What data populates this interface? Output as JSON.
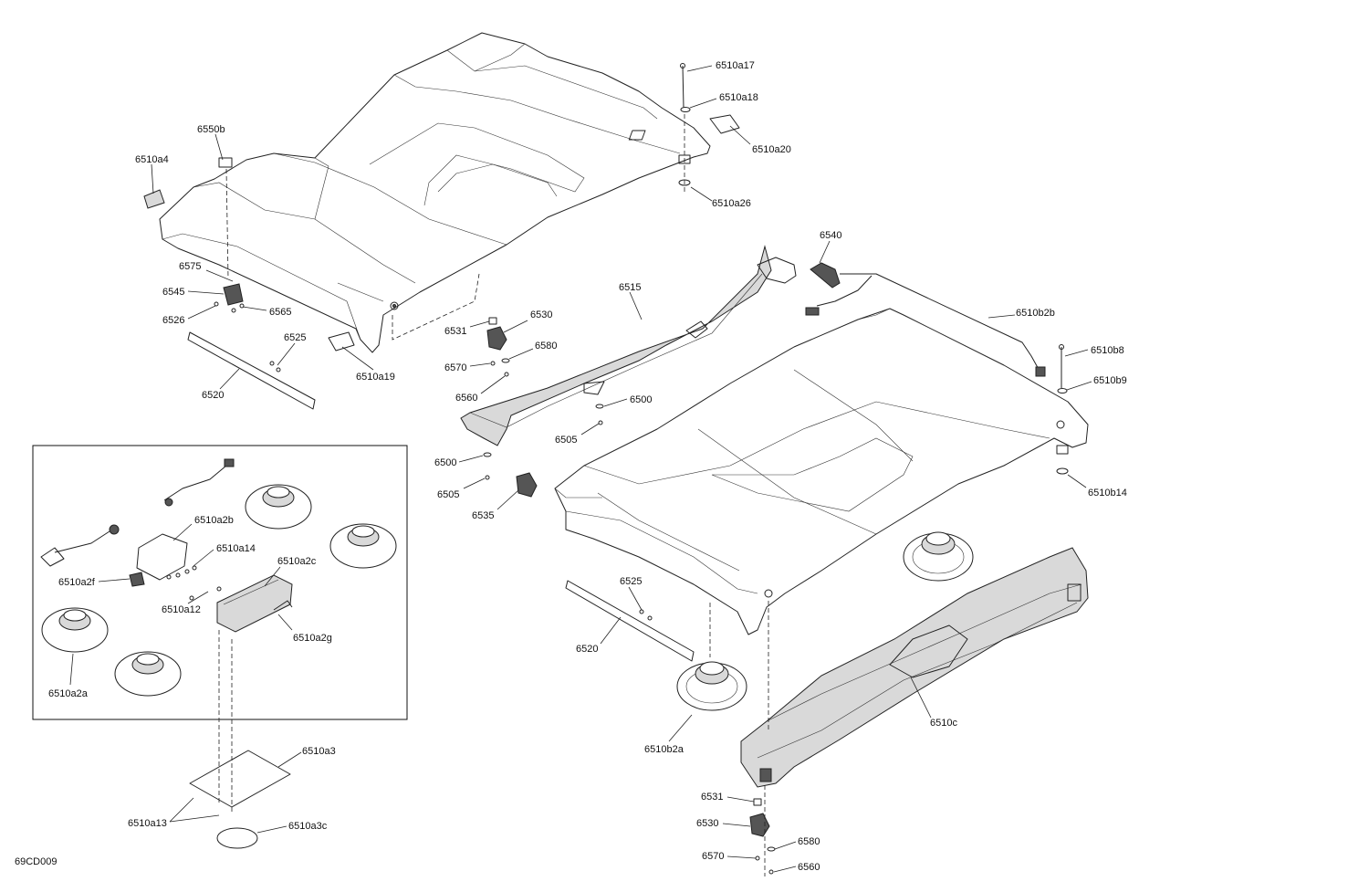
{
  "drawing_id": "69CD009",
  "callouts": [
    {
      "id": "6510a17",
      "text": "6510a17"
    },
    {
      "id": "6510a18",
      "text": "6510a18"
    },
    {
      "id": "6510a20",
      "text": "6510a20"
    },
    {
      "id": "6510a26",
      "text": "6510a26"
    },
    {
      "id": "6550b",
      "text": "6550b"
    },
    {
      "id": "6510a4",
      "text": "6510a4"
    },
    {
      "id": "6575",
      "text": "6575"
    },
    {
      "id": "6545",
      "text": "6545"
    },
    {
      "id": "6526",
      "text": "6526"
    },
    {
      "id": "6565",
      "text": "6565"
    },
    {
      "id": "6525-top",
      "text": "6525"
    },
    {
      "id": "6520-top",
      "text": "6520"
    },
    {
      "id": "6510a19",
      "text": "6510a19"
    },
    {
      "id": "6540",
      "text": "6540"
    },
    {
      "id": "6515",
      "text": "6515"
    },
    {
      "id": "6531-top",
      "text": "6531"
    },
    {
      "id": "6530-top",
      "text": "6530"
    },
    {
      "id": "6580-top",
      "text": "6580"
    },
    {
      "id": "6570-top",
      "text": "6570"
    },
    {
      "id": "6560-top",
      "text": "6560"
    },
    {
      "id": "6500-right",
      "text": "6500"
    },
    {
      "id": "6505-right",
      "text": "6505"
    },
    {
      "id": "6500-left",
      "text": "6500"
    },
    {
      "id": "6505-left",
      "text": "6505"
    },
    {
      "id": "6535",
      "text": "6535"
    },
    {
      "id": "6510b2b",
      "text": "6510b2b"
    },
    {
      "id": "6510b8",
      "text": "6510b8"
    },
    {
      "id": "6510b9",
      "text": "6510b9"
    },
    {
      "id": "6510b14",
      "text": "6510b14"
    },
    {
      "id": "6510a2b",
      "text": "6510a2b"
    },
    {
      "id": "6510a14",
      "text": "6510a14"
    },
    {
      "id": "6510a2c",
      "text": "6510a2c"
    },
    {
      "id": "6510a2f",
      "text": "6510a2f"
    },
    {
      "id": "6510a12",
      "text": "6510a12"
    },
    {
      "id": "6510a2g",
      "text": "6510a2g"
    },
    {
      "id": "6510a2a",
      "text": "6510a2a"
    },
    {
      "id": "6525-bottom",
      "text": "6525"
    },
    {
      "id": "6520-bottom",
      "text": "6520"
    },
    {
      "id": "6510b2a",
      "text": "6510b2a"
    },
    {
      "id": "6510c",
      "text": "6510c"
    },
    {
      "id": "6510a3",
      "text": "6510a3"
    },
    {
      "id": "6510a13",
      "text": "6510a13"
    },
    {
      "id": "6510a3c",
      "text": "6510a3c"
    },
    {
      "id": "6531-bottom",
      "text": "6531"
    },
    {
      "id": "6530-bottom",
      "text": "6530"
    },
    {
      "id": "6580-bottom",
      "text": "6580"
    },
    {
      "id": "6570-bottom",
      "text": "6570"
    },
    {
      "id": "6560-bottom",
      "text": "6560"
    }
  ]
}
